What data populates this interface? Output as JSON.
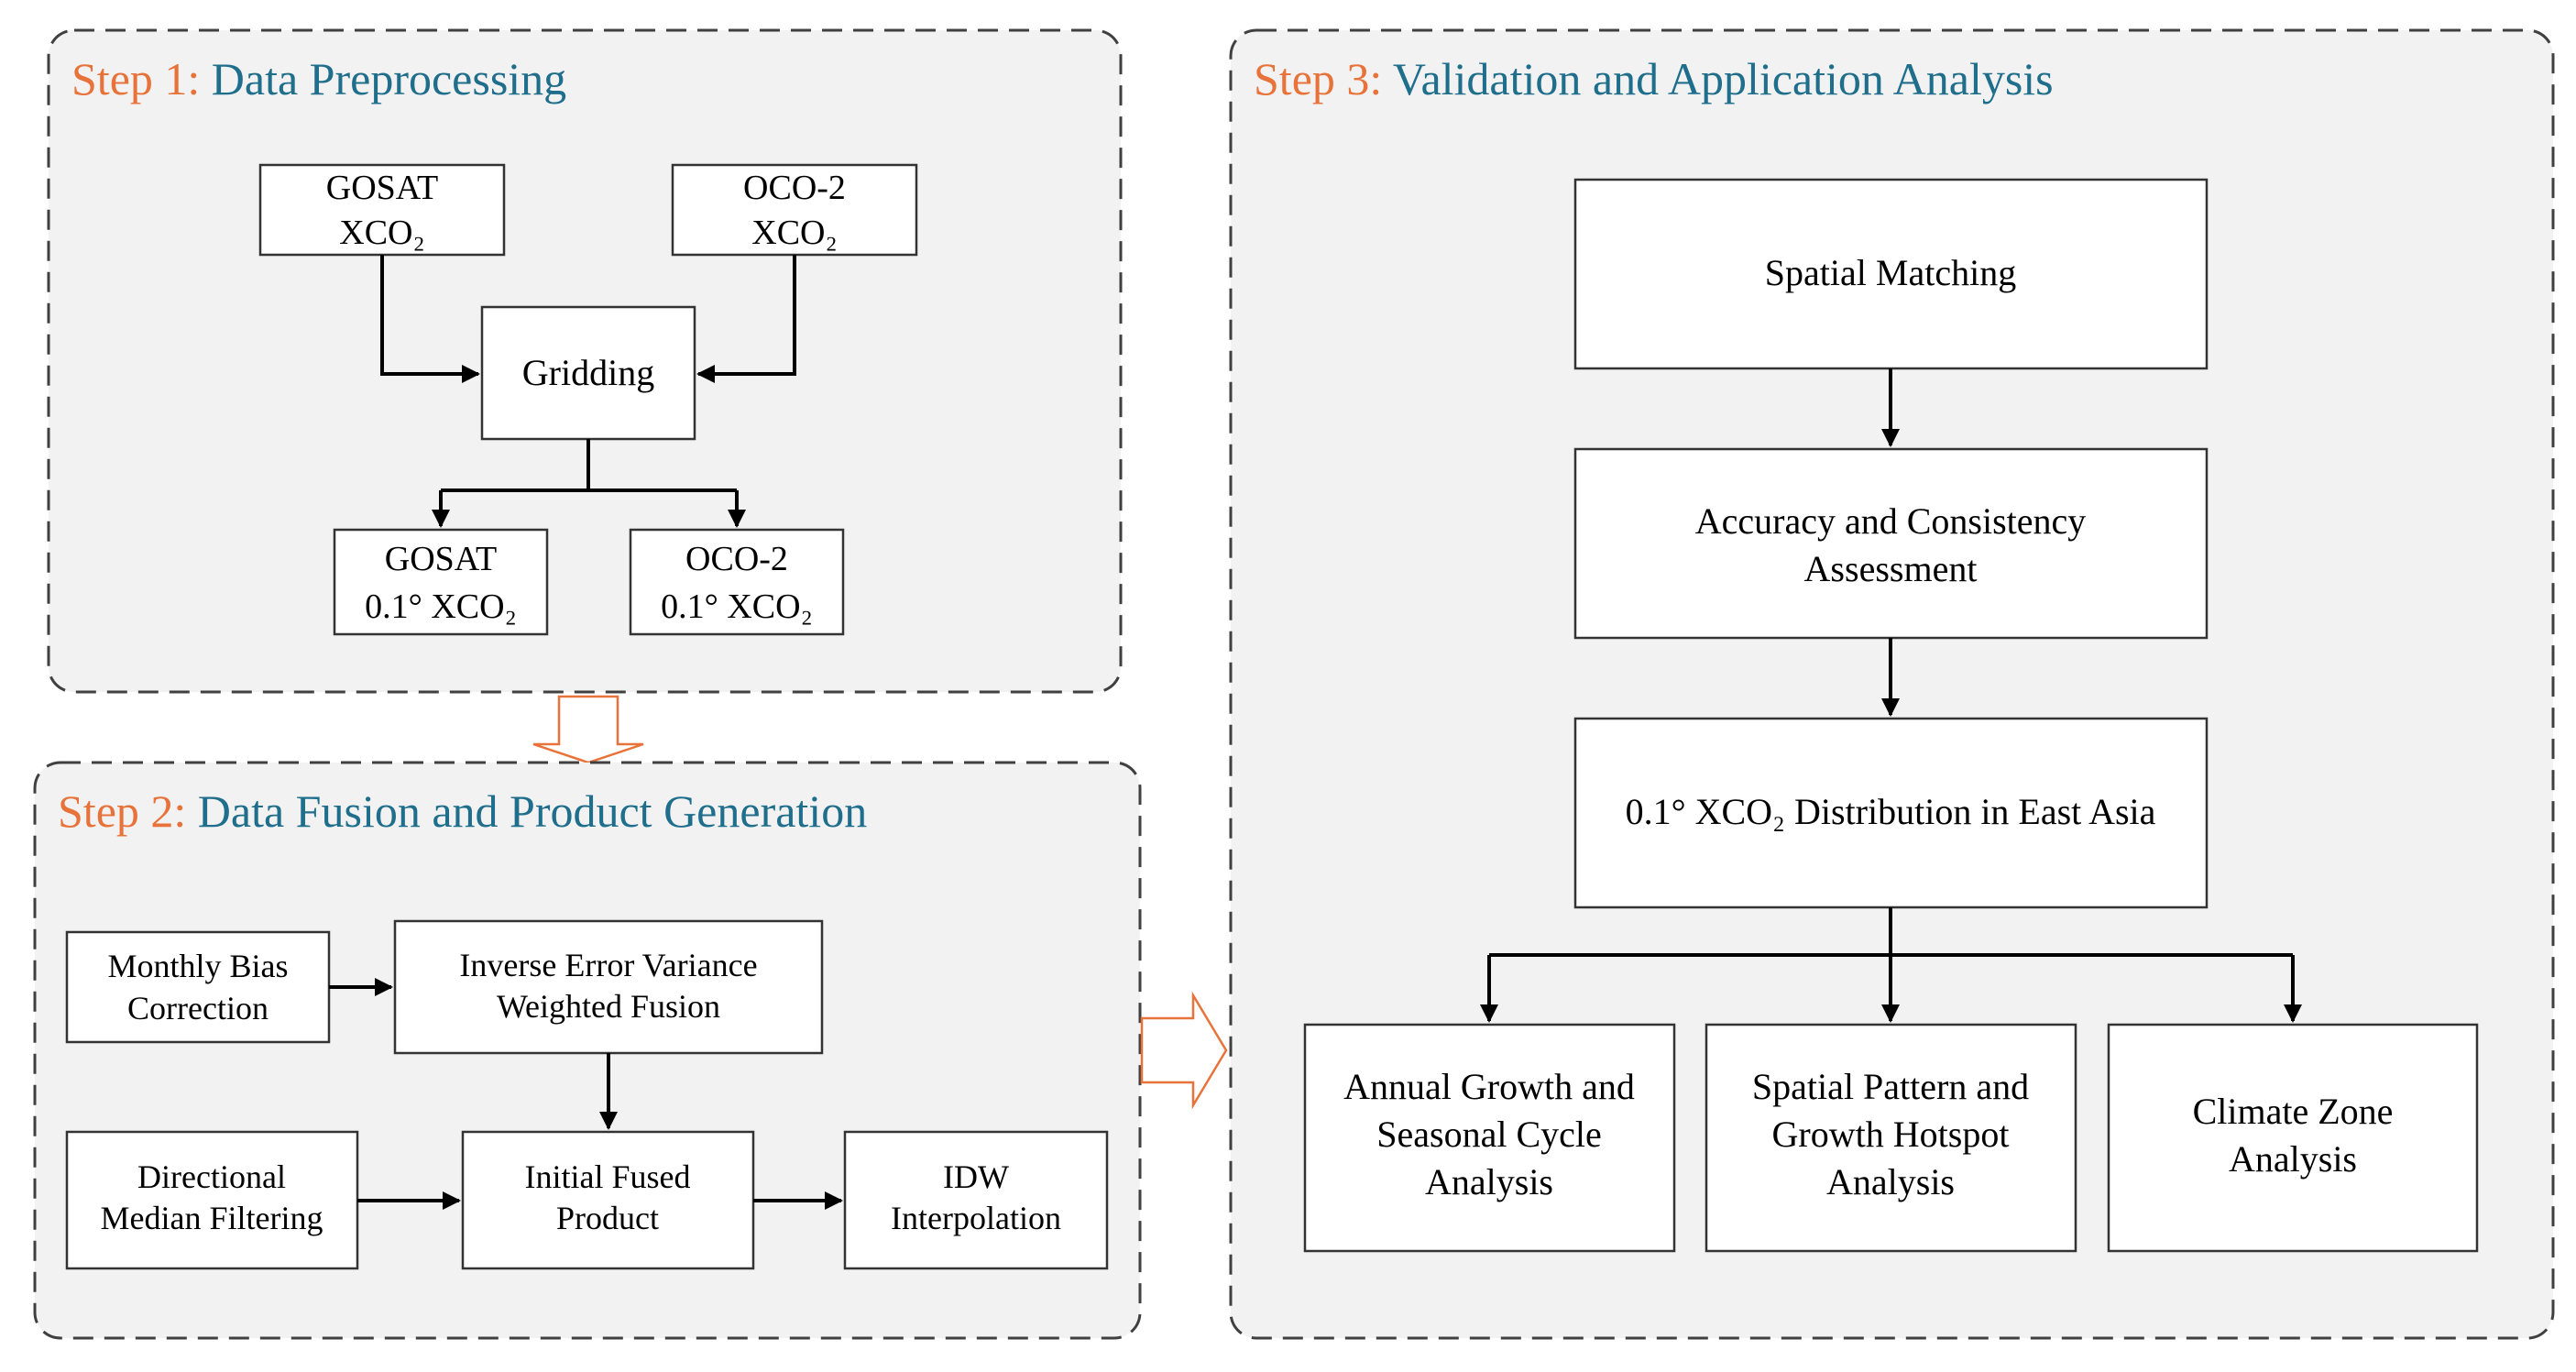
{
  "step1": {
    "prefix": "Step 1: ",
    "title": "Data Preprocessing",
    "gosat_label": "GOSAT",
    "gosat_sub": "XCO₂",
    "oco2_label": "OCO-2",
    "oco2_sub": "XCO₂",
    "gridding": "Gridding",
    "gosat_grid_label": "GOSAT",
    "gosat_grid_sub": "0.1° XCO₂",
    "oco2_grid_label": "OCO-2",
    "oco2_grid_sub": "0.1° XCO₂"
  },
  "step2": {
    "prefix": "Step 2: ",
    "title": "Data Fusion and Product Generation",
    "bias_line1": "Monthly Bias",
    "bias_line2": "Correction",
    "fusion_line1": "Inverse Error Variance",
    "fusion_line2": "Weighted Fusion",
    "median_line1": "Directional",
    "median_line2": "Median Filtering",
    "initial_line1": "Initial Fused",
    "initial_line2": "Product",
    "idw_line1": "IDW",
    "idw_line2": "Interpolation"
  },
  "step3": {
    "prefix": "Step 3: ",
    "title": "Validation and Application Analysis",
    "spatial_matching": "Spatial Matching",
    "accuracy_line1": "Accuracy and Consistency",
    "accuracy_line2": "Assessment",
    "distribution": "0.1° XCO₂ Distribution in East Asia",
    "annual_line1": "Annual Growth and",
    "annual_line2": "Seasonal Cycle",
    "annual_line3": "Analysis",
    "pattern_line1": "Spatial Pattern and",
    "pattern_line2": "Growth Hotspot",
    "pattern_line3": "Analysis",
    "climate_line1": "Climate Zone",
    "climate_line2": "Analysis"
  },
  "colors": {
    "panel_fill": "#F2F2F2",
    "panel_border": "#404040",
    "step_prefix": "#E8733A",
    "step_title": "#1F6E8C",
    "hollow_arrow": "#E8733A",
    "box_border": "#333333",
    "arrow": "#000000"
  }
}
